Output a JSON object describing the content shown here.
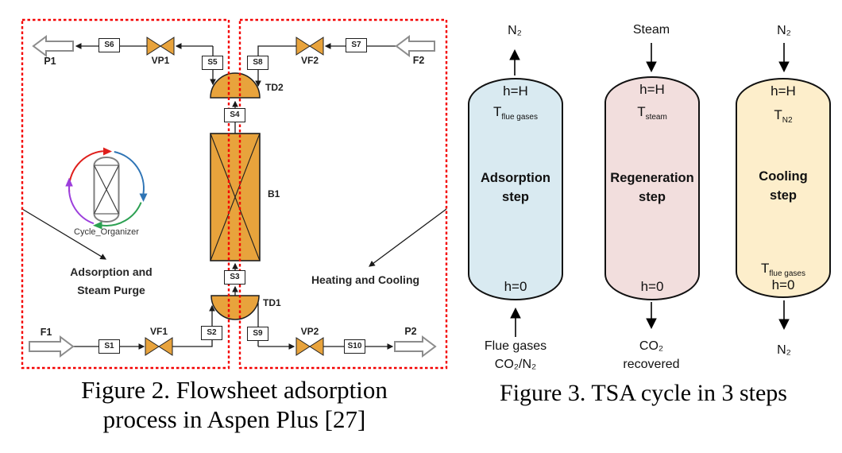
{
  "figure2": {
    "caption_line1": "Figure 2. Flowsheet adsorption",
    "caption_line2": "process in Aspen Plus [27]",
    "region_left_line1": "Adsorption and",
    "region_left_line2": "Steam Purge",
    "region_right": "Heating and Cooling",
    "cycle_organizer_label": "Cycle_Organizer",
    "streams": {
      "s1": "S1",
      "s2": "S2",
      "s3": "S3",
      "s4": "S4",
      "s5": "S5",
      "s6": "S6",
      "s7": "S7",
      "s8": "S8",
      "s9": "S9",
      "s10": "S10"
    },
    "feeds": {
      "f1": "F1",
      "f2": "F2"
    },
    "products": {
      "p1": "P1",
      "p2": "P2"
    },
    "valves": {
      "vp1": "VP1",
      "vf1": "VF1",
      "vf2": "VF2",
      "vp2": "VP2"
    },
    "units": {
      "b1": "B1",
      "td1": "TD1",
      "td2": "TD2"
    },
    "colors": {
      "equipment": "#E8A33C",
      "dashed_border": "#F40000",
      "line": "#1A1A1A",
      "cycle_red": "#DF1F1C",
      "cycle_blue": "#2E74B5",
      "cycle_green": "#2CA052",
      "cycle_purple": "#9C3FDC"
    }
  },
  "figure3": {
    "caption": "Figure 3. TSA cycle in 3 steps",
    "vessels": [
      {
        "step_line1": "Adsorption",
        "step_line2": "step",
        "fill": "#D9EAF1",
        "top_label": "N₂",
        "top_flow": "out",
        "h_top": "h=H",
        "h_bottom": "h=0",
        "temp_top_base": "T",
        "temp_top_sub": "flue gases",
        "bottom_label_line1": "Flue gases",
        "bottom_label_line2": "CO₂/N₂",
        "bottom_flow": "in"
      },
      {
        "step_line1": "Regeneration",
        "step_line2": "step",
        "fill": "#F2DEDD",
        "top_label": "Steam",
        "top_flow": "in",
        "h_top": "h=H",
        "h_bottom": "h=0",
        "temp_top_base": "T",
        "temp_top_sub": "steam",
        "bottom_label_line1": "CO₂",
        "bottom_label_line2": "recovered",
        "bottom_flow": "out"
      },
      {
        "step_line1": "Cooling",
        "step_line2": "step",
        "fill": "#FDEECB",
        "top_label": "N₂",
        "top_flow": "in",
        "h_top": "h=H",
        "h_bottom": "h=0",
        "temp_top_base": "T",
        "temp_top_sub": "N2",
        "temp_bottom_base": "T",
        "temp_bottom_sub": "flue gases",
        "bottom_label_line1": "N₂",
        "bottom_label_line2": "",
        "bottom_flow": "out"
      }
    ]
  }
}
